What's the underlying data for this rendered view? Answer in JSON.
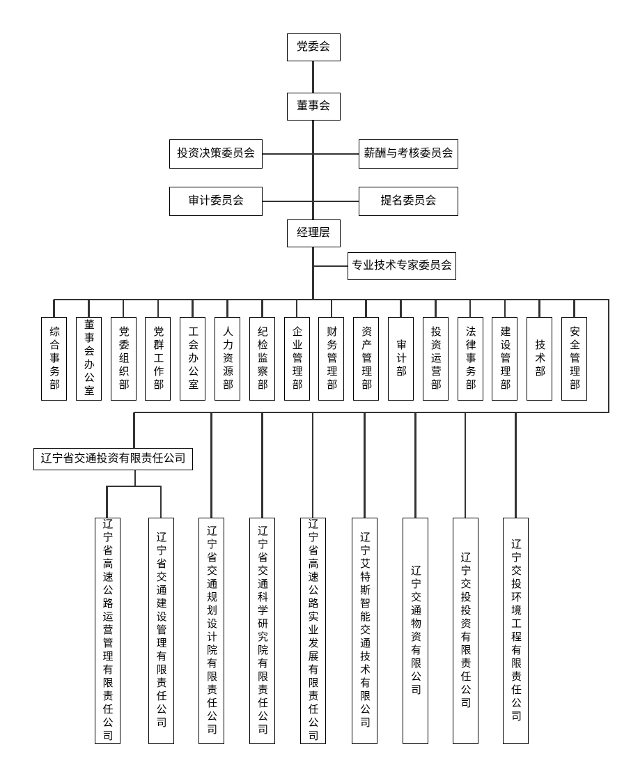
{
  "top_chain": {
    "party_committee": "党委会",
    "board_of_directors": "董事会",
    "management_layer": "经理层"
  },
  "board_committees": [
    "投资决策委员会",
    "薪酬与考核委员会",
    "审计委员会",
    "提名委员会"
  ],
  "expert_committee": "专业技术专家委员会",
  "departments": [
    "综合事务部",
    "董事会办公室",
    "党委组织部",
    "党群工作部",
    "工会办公室",
    "人力资源部",
    "纪检监察部",
    "企业管理部",
    "财务管理部",
    "资产管理部",
    "审计部",
    "投资运营部",
    "法律事务部",
    "建设管理部",
    "技术部",
    "安全管理部"
  ],
  "investment_company": "辽宁省交通投资有限责任公司",
  "subsidiaries": [
    "辽宁省高速公路运营管理有限责任公司",
    "辽宁省交通建设管理有限责任公司",
    "辽宁省交通规划设计院有限责任公司",
    "辽宁省交通科学研究院有限责任公司",
    "辽宁省高速公路实业发展有限责任公司",
    "辽宁艾特斯智能交通技术有限公司",
    "辽宁交通物资有限公司",
    "辽宁交投投资有限责任公司",
    "辽宁交投环境工程有限责任公司"
  ],
  "colors": {
    "background": "#ffffff",
    "connector_line": "#333333",
    "box_border": "#000000",
    "text": "#000000"
  }
}
